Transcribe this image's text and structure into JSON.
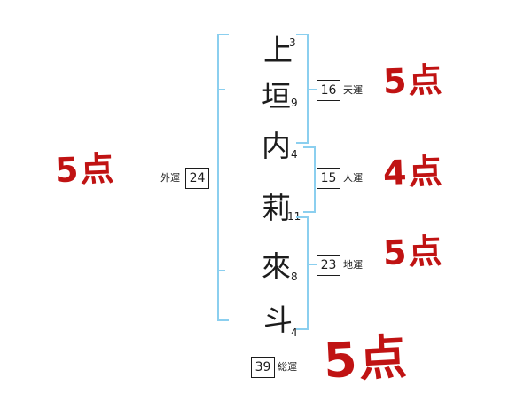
{
  "characters": [
    {
      "char": "上",
      "strokes": 3
    },
    {
      "char": "垣",
      "strokes": 9
    },
    {
      "char": "内",
      "strokes": 4
    },
    {
      "char": "莉",
      "strokes": 11
    },
    {
      "char": "來",
      "strokes": 8
    },
    {
      "char": "斗",
      "strokes": 4
    }
  ],
  "fortunes": {
    "heaven": {
      "label": "天運",
      "value": 16,
      "score": "5点"
    },
    "person": {
      "label": "人運",
      "value": 15,
      "score": "4点"
    },
    "earth": {
      "label": "地運",
      "value": 23,
      "score": "5点"
    },
    "outer": {
      "label": "外運",
      "value": 24,
      "score": "5点"
    },
    "total": {
      "label": "総運",
      "value": 39,
      "score": "5点"
    }
  },
  "colors": {
    "ink": "#1c1c1c",
    "bracket": "#8bcfef",
    "score": "#c01313"
  }
}
